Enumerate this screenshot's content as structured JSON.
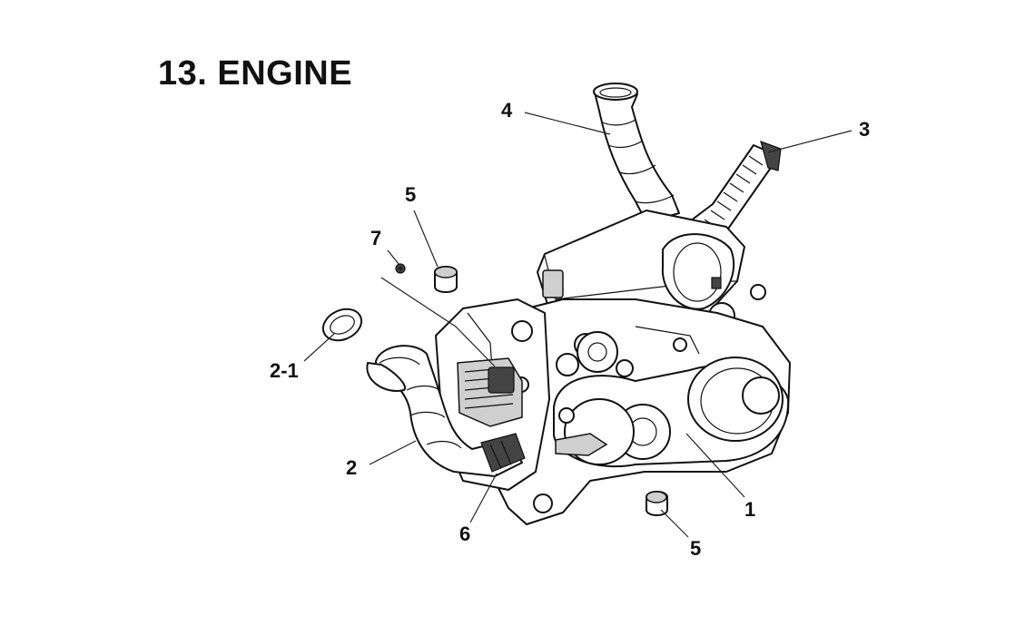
{
  "title": "13. ENGINE",
  "callouts": [
    {
      "id": "1",
      "label": "1"
    },
    {
      "id": "2",
      "label": "2"
    },
    {
      "id": "2-1",
      "label": "2-1"
    },
    {
      "id": "3",
      "label": "3"
    },
    {
      "id": "4",
      "label": "4"
    },
    {
      "id": "5a",
      "label": "5"
    },
    {
      "id": "5b",
      "label": "5"
    },
    {
      "id": "6",
      "label": "6"
    },
    {
      "id": "7",
      "label": "7"
    }
  ]
}
